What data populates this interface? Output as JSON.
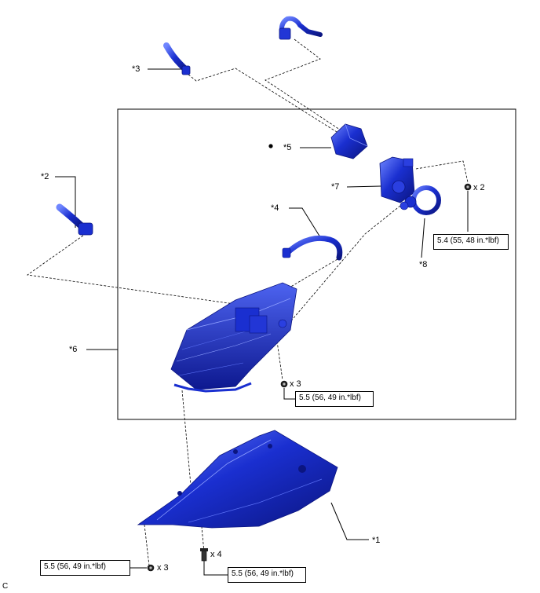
{
  "callouts": {
    "c1": "*1",
    "c2": "*2",
    "c3": "*3",
    "c4": "*4",
    "c5": "*5",
    "c6": "*6",
    "c7": "*7",
    "c8": "*8"
  },
  "torque_specs": {
    "t_right": "5.4 (55, 48 in.*lbf)",
    "t_mid": "5.5 (56, 49 in.*lbf)",
    "t_bottom_left": "5.5 (56, 49 in.*lbf)",
    "t_bottom_mid": "5.5 (56, 49 in.*lbf)"
  },
  "quantities": {
    "q_right": "x 2",
    "q_mid": "x 3",
    "q_bottom_left": "x 3",
    "q_bottom_mid": "x 4"
  },
  "figure_code": "C",
  "colors": {
    "part_blue": "#1a2fd0",
    "part_dark": "#0b1580",
    "part_light": "#6f86ff",
    "line": "#000000"
  }
}
